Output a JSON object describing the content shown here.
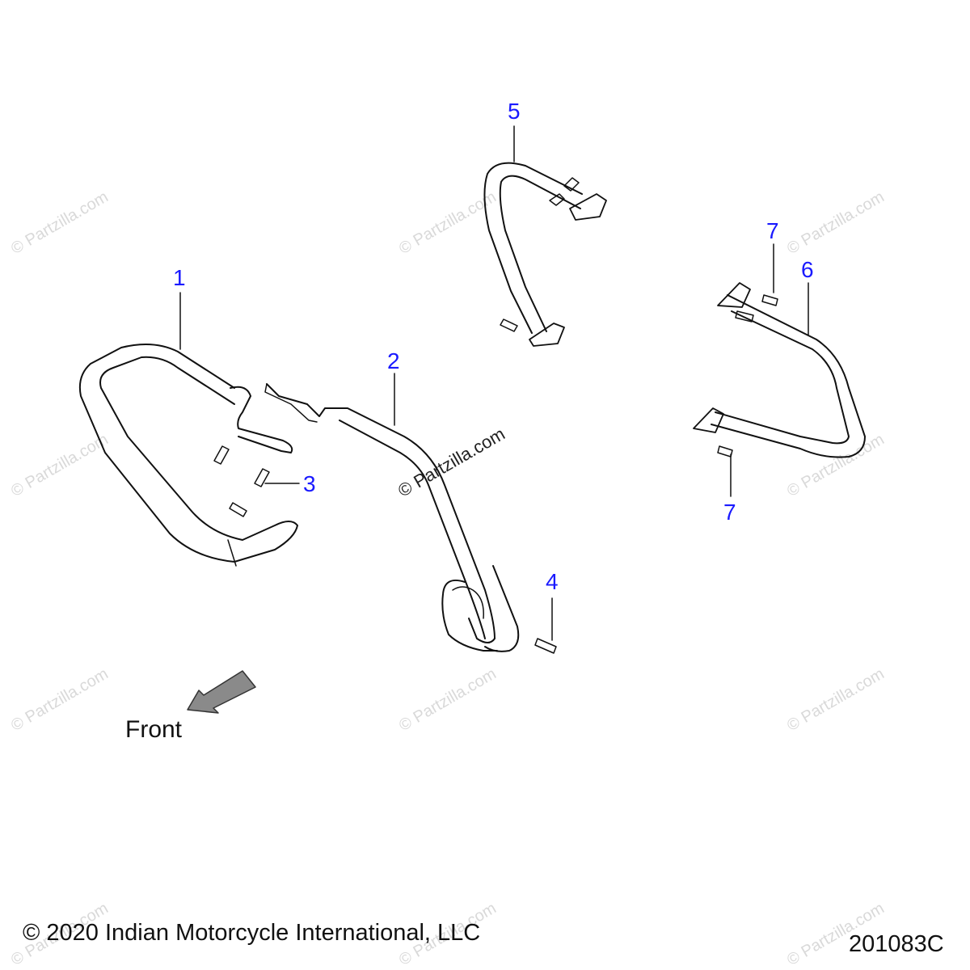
{
  "callouts": {
    "c1": "1",
    "c2": "2",
    "c3": "3",
    "c4": "4",
    "c5": "5",
    "c6": "6",
    "c7a": "7",
    "c7b": "7"
  },
  "front_label": "Front",
  "watermark": "© Partzilla.com",
  "copyright": "© 2020 Indian Motorcycle International, LLC",
  "diagram_id": "201083C",
  "colors": {
    "callout": "#1a1aff",
    "line": "#111111",
    "arrow": "#8a8a8a",
    "watermark": "#d9d9d9"
  }
}
